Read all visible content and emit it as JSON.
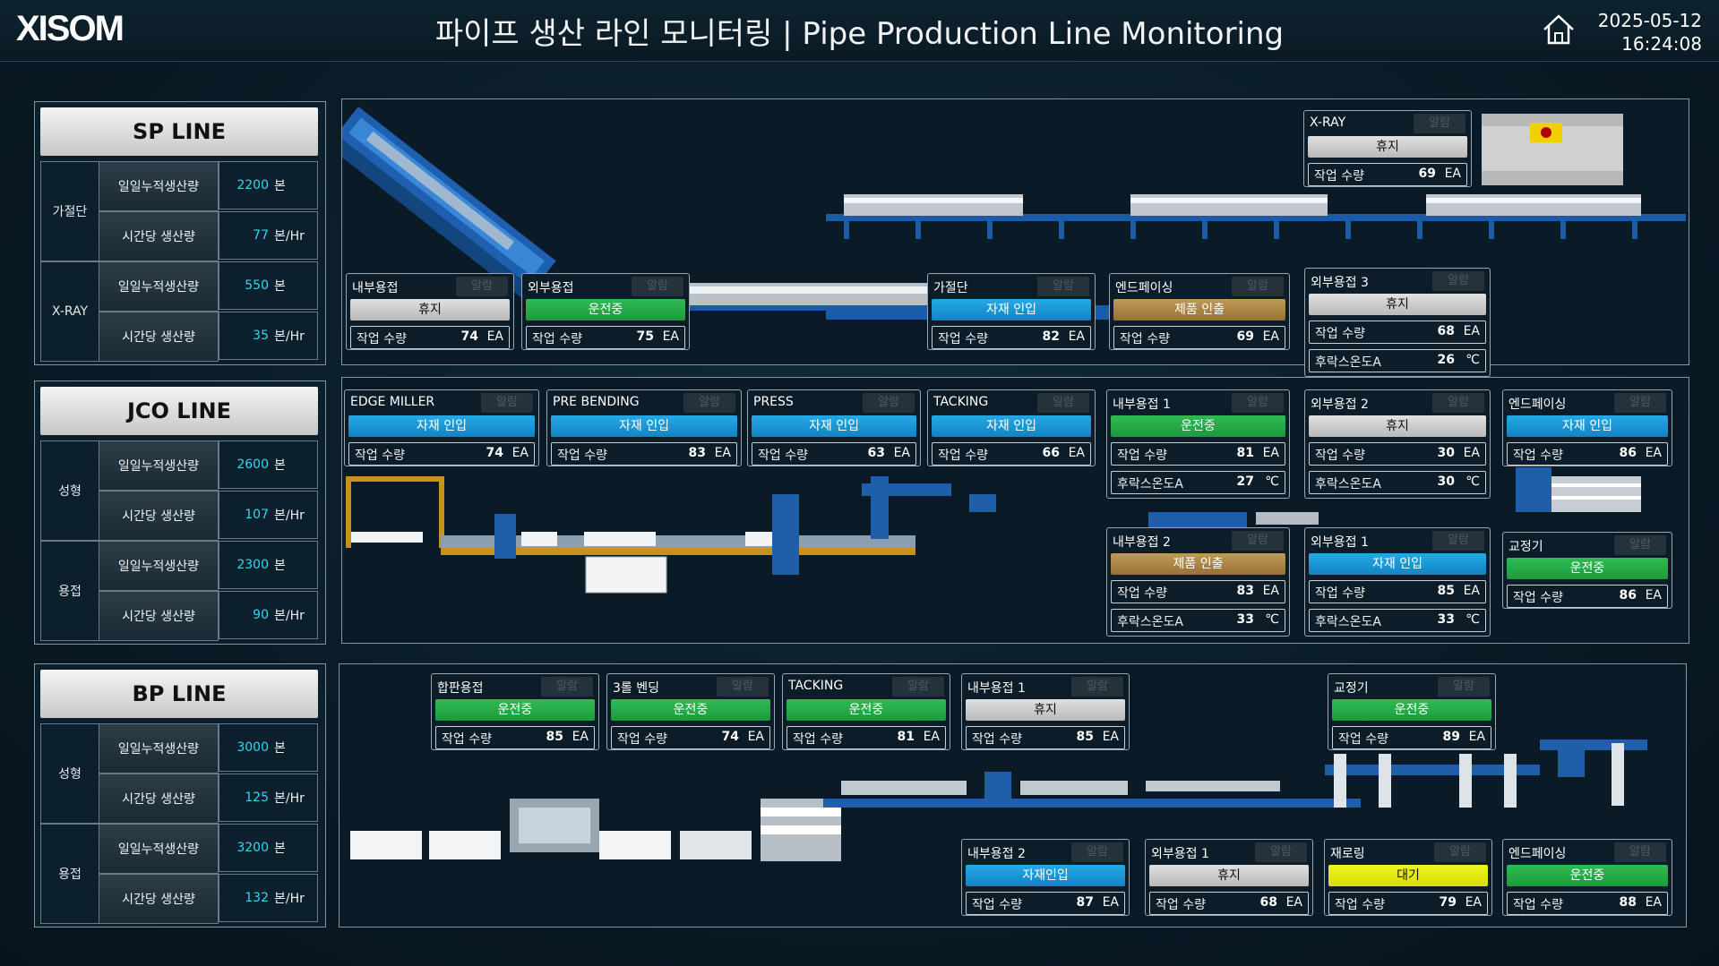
{
  "header": {
    "logo": "XISOM",
    "title": "파이프 생산 라인 모니터링 | Pipe Production Line Monitoring",
    "date": "2025-05-12",
    "time": "16:24:08",
    "home_icon": "home-icon"
  },
  "colors": {
    "status_grey": "#c9c9c9",
    "status_green": "#22a845",
    "status_blue": "#1a98d8",
    "status_brown": "#a8843f",
    "status_yellow": "#e6ea12",
    "value_cyan": "#34d7ef"
  },
  "panels": {
    "sp": {
      "title": "SP LINE",
      "groups": [
        {
          "name": "가절단",
          "rows": [
            {
              "label": "일일누적생산량",
              "value": "2200",
              "unit": "본"
            },
            {
              "label": "시간당 생산량",
              "value": "77",
              "unit": "본/Hr"
            }
          ]
        },
        {
          "name": "X-RAY",
          "rows": [
            {
              "label": "일일누적생산량",
              "value": "550",
              "unit": "본"
            },
            {
              "label": "시간당 생산량",
              "value": "35",
              "unit": "본/Hr"
            }
          ]
        }
      ]
    },
    "jco": {
      "title": "JCO LINE",
      "groups": [
        {
          "name": "성형",
          "rows": [
            {
              "label": "일일누적생산량",
              "value": "2600",
              "unit": "본"
            },
            {
              "label": "시간당 생산량",
              "value": "107",
              "unit": "본/Hr"
            }
          ]
        },
        {
          "name": "용접",
          "rows": [
            {
              "label": "일일누적생산량",
              "value": "2300",
              "unit": "본"
            },
            {
              "label": "시간당 생산량",
              "value": "90",
              "unit": "본/Hr"
            }
          ]
        }
      ]
    },
    "bp": {
      "title": "BP LINE",
      "groups": [
        {
          "name": "성형",
          "rows": [
            {
              "label": "일일누적생산량",
              "value": "3000",
              "unit": "본"
            },
            {
              "label": "시간당 생산량",
              "value": "125",
              "unit": "본/Hr"
            }
          ]
        },
        {
          "name": "용접",
          "rows": [
            {
              "label": "일일누적생산량",
              "value": "3200",
              "unit": "본"
            },
            {
              "label": "시간당 생산량",
              "value": "132",
              "unit": "본/Hr"
            }
          ]
        }
      ]
    }
  },
  "alarm_label": "알람",
  "qty_label": "작업 수량",
  "temp_label": "후락스온도A",
  "qty_unit": "EA",
  "temp_unit": "℃",
  "stations": {
    "sp": [
      {
        "name": "X-RAY",
        "status": "휴지",
        "color": "grey",
        "qty": "69"
      },
      {
        "name": "내부용접",
        "status": "휴지",
        "color": "grey",
        "qty": "74"
      },
      {
        "name": "외부용접",
        "status": "운전중",
        "color": "green",
        "qty": "75"
      },
      {
        "name": "가절단",
        "status": "자재 인입",
        "color": "blue",
        "qty": "82"
      },
      {
        "name": "엔드페이싱",
        "status": "제품 인출",
        "color": "brown",
        "qty": "69"
      },
      {
        "name": "외부용접 3",
        "status": "휴지",
        "color": "grey",
        "qty": "68",
        "temp": "26"
      }
    ],
    "jco": [
      {
        "name": "EDGE MILLER",
        "status": "자재 인입",
        "color": "blue",
        "qty": "74"
      },
      {
        "name": "PRE BENDING",
        "status": "자재 인입",
        "color": "blue",
        "qty": "83"
      },
      {
        "name": "PRESS",
        "status": "자재 인입",
        "color": "blue",
        "qty": "63"
      },
      {
        "name": "TACKING",
        "status": "자재 인입",
        "color": "blue",
        "qty": "66"
      },
      {
        "name": "내부용접 1",
        "status": "운전중",
        "color": "green",
        "qty": "81",
        "temp": "27"
      },
      {
        "name": "외부용접 2",
        "status": "휴지",
        "color": "grey",
        "qty": "30",
        "temp": "30"
      },
      {
        "name": "엔드페이싱",
        "status": "자재 인입",
        "color": "blue",
        "qty": "86"
      },
      {
        "name": "내부용접 2",
        "status": "제품 인출",
        "color": "brown",
        "qty": "83",
        "temp": "33"
      },
      {
        "name": "외부용접 1",
        "status": "자재 인입",
        "color": "blue",
        "qty": "85",
        "temp": "33"
      },
      {
        "name": "교정기",
        "status": "운전중",
        "color": "green",
        "qty": "86"
      }
    ],
    "bp": [
      {
        "name": "합판용접",
        "status": "운전중",
        "color": "green",
        "qty": "85"
      },
      {
        "name": "3롤 벤딩",
        "status": "운전중",
        "color": "green",
        "qty": "74"
      },
      {
        "name": "TACKING",
        "status": "운전중",
        "color": "green",
        "qty": "81"
      },
      {
        "name": "내부용접 1",
        "status": "휴지",
        "color": "grey",
        "qty": "85"
      },
      {
        "name": "교정기",
        "status": "운전중",
        "color": "green",
        "qty": "89"
      },
      {
        "name": "내부용접 2",
        "status": "자재인입",
        "color": "blue",
        "qty": "87"
      },
      {
        "name": "외부용접 1",
        "status": "휴지",
        "color": "grey",
        "qty": "68"
      },
      {
        "name": "재로링",
        "status": "대기",
        "color": "yellow",
        "qty": "79"
      },
      {
        "name": "엔드페이싱",
        "status": "운전중",
        "color": "green",
        "qty": "88"
      }
    ]
  }
}
